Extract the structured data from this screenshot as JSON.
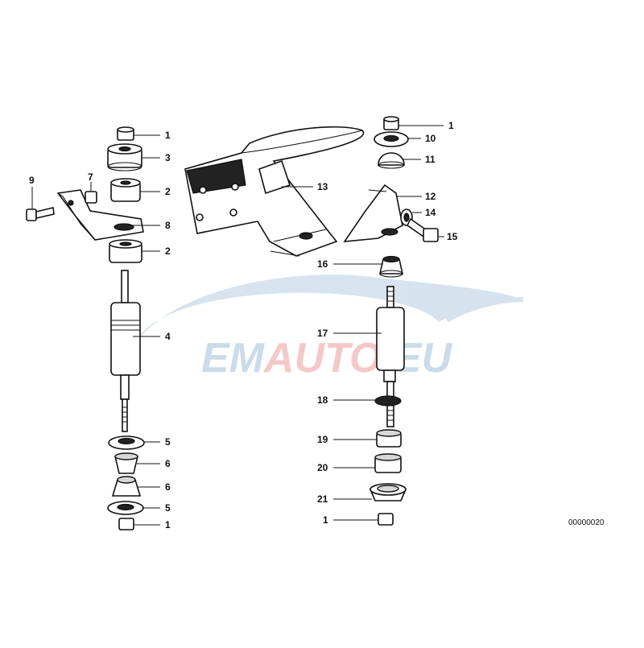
{
  "diagram": {
    "reference_number": "00000020",
    "watermark": {
      "text_part1": "EM",
      "text_part2": "AUTO",
      "text_part3": ".EU",
      "color_primary": "#b9cfe2",
      "color_accent": "#f2b6b6"
    },
    "left_callouts": [
      "1",
      "3",
      "2",
      "7",
      "9",
      "8",
      "2",
      "4",
      "5",
      "6",
      "6",
      "5",
      "1"
    ],
    "right_callouts": [
      "1",
      "10",
      "11",
      "13",
      "12",
      "14",
      "15",
      "16",
      "17",
      "18",
      "19",
      "20",
      "21",
      "1"
    ]
  }
}
